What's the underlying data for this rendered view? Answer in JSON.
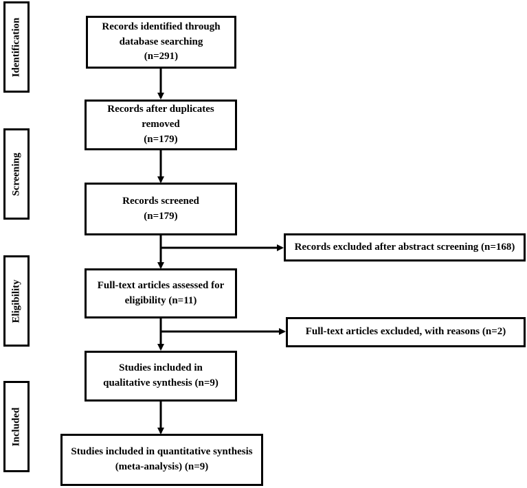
{
  "stages": [
    {
      "id": "identification",
      "label": "Identification"
    },
    {
      "id": "screening",
      "label": "Screening"
    },
    {
      "id": "eligibility",
      "label": "Eligibility"
    },
    {
      "id": "included",
      "label": "Included"
    }
  ],
  "boxes": {
    "identified": "Records identified through\ndatabase searching\n(n=291)",
    "after_duplicates": "Records after duplicates\nremoved\n(n=179)",
    "screened": "Records screened\n(n=179)",
    "excluded_abstract": "Records excluded after abstract screening (n=168)",
    "full_text_assessed": "Full-text articles assessed for\neligibility (n=11)",
    "full_text_excluded": "Full-text articles excluded, with reasons (n=2)",
    "qualitative": "Studies included in\nqualitative synthesis (n=9)",
    "quantitative": "Studies included in quantitative synthesis\n(meta-analysis) (n=9)"
  },
  "colors": {
    "stroke": "#000000",
    "background": "#ffffff"
  }
}
